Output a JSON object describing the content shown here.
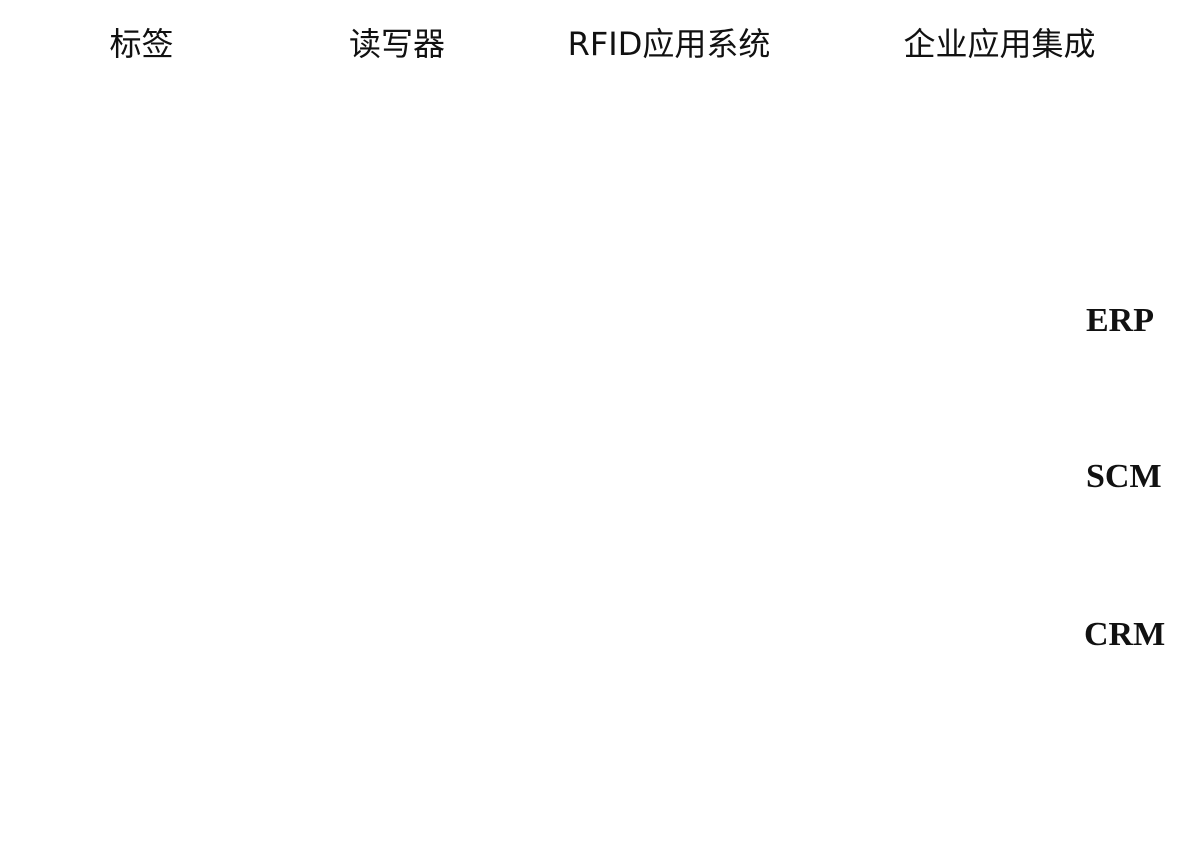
{
  "columns": [
    {
      "title": "标签"
    },
    {
      "title": "读写器"
    },
    {
      "title": "RFID应用系统"
    },
    {
      "title": "企业应用集成"
    }
  ],
  "databases": [
    {
      "label": "ERP"
    },
    {
      "label": "SCM"
    },
    {
      "label": "CRM"
    }
  ],
  "colors": {
    "border": "#111111",
    "panel": "#f2f2f2",
    "fill_gray": "#8a8a8a",
    "dark": "#3a3a3a"
  }
}
